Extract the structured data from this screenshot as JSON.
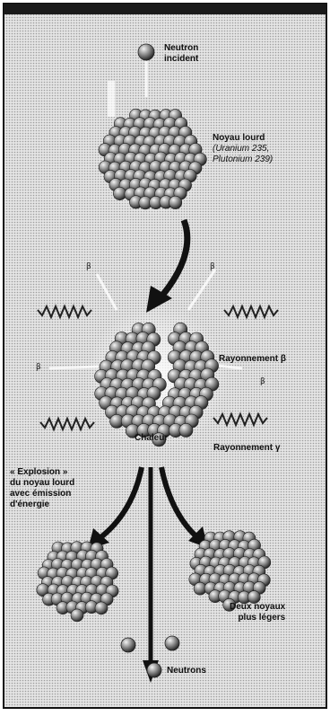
{
  "labels": {
    "neutron_incident_1": "Neutron",
    "neutron_incident_2": "incident",
    "heavy_nucleus": "Noyau lourd",
    "heavy_examples_1": "(Uranium 235,",
    "heavy_examples_2": "Plutonium 239)",
    "beta_radiation": "Rayonnement β",
    "gamma_radiation": "Rayonnement γ",
    "heat": "Chaleur",
    "explosion_1": "« Explosion »",
    "explosion_2": "du noyau lourd",
    "explosion_3": "avec émission",
    "explosion_4": "d'énergie",
    "light_nuclei_1": "Deux noyaux",
    "light_nuclei_2": "plus légers",
    "neutrons": "Neutrons",
    "beta_symbol": "β",
    "gamma_symbol": "γ"
  },
  "colors": {
    "background_halftone": "#cfcfcf",
    "nucleon": "#8a8a8a",
    "arrow": "#111111"
  }
}
